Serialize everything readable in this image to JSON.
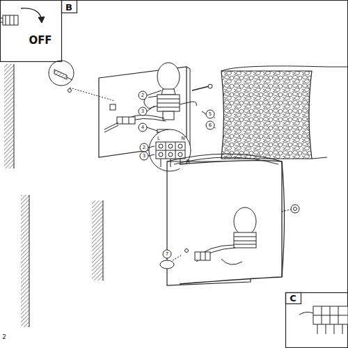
{
  "diagram": {
    "labels": [
      "B",
      "OFF",
      "2",
      "3",
      "4",
      "5",
      "6",
      "L",
      "N",
      "N",
      "2",
      "3",
      "7",
      "C",
      "2"
    ]
  }
}
